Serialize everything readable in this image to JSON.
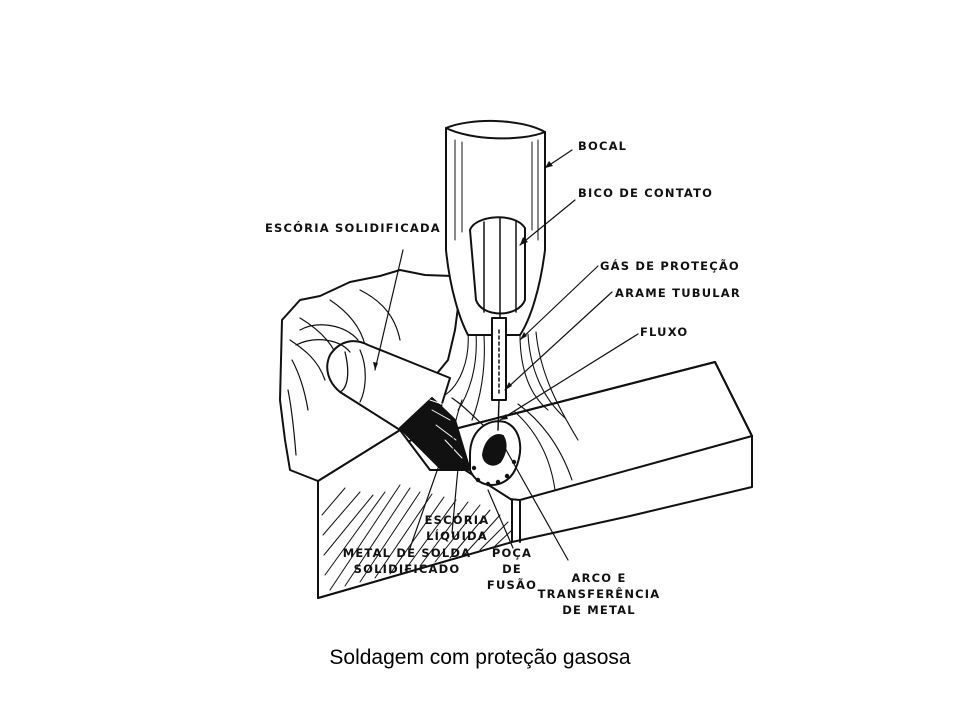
{
  "diagram": {
    "labels": {
      "bocal": "BOCAL",
      "bico_contato": "BICO DE CONTATO",
      "gas_protecao": "GÁS DE PROTEÇÃO",
      "arame_tubular": "ARAME TUBULAR",
      "fluxo": "FLUXO",
      "escoria_solidificada": "ESCÓRIA SOLIDIFICADA",
      "escoria_liquida": [
        "ESCÓRIA",
        "LÍQUIDA"
      ],
      "metal_solda": [
        "METAL DE SOLDA",
        "SOLIDIFICADO"
      ],
      "poca_fusao": [
        "POÇA",
        "DE",
        "FUSÃO"
      ],
      "arco_transferencia": [
        "ARCO E",
        "TRANSFERÊNCIA",
        "DE METAL"
      ]
    }
  },
  "caption": "Soldagem com proteção gasosa"
}
